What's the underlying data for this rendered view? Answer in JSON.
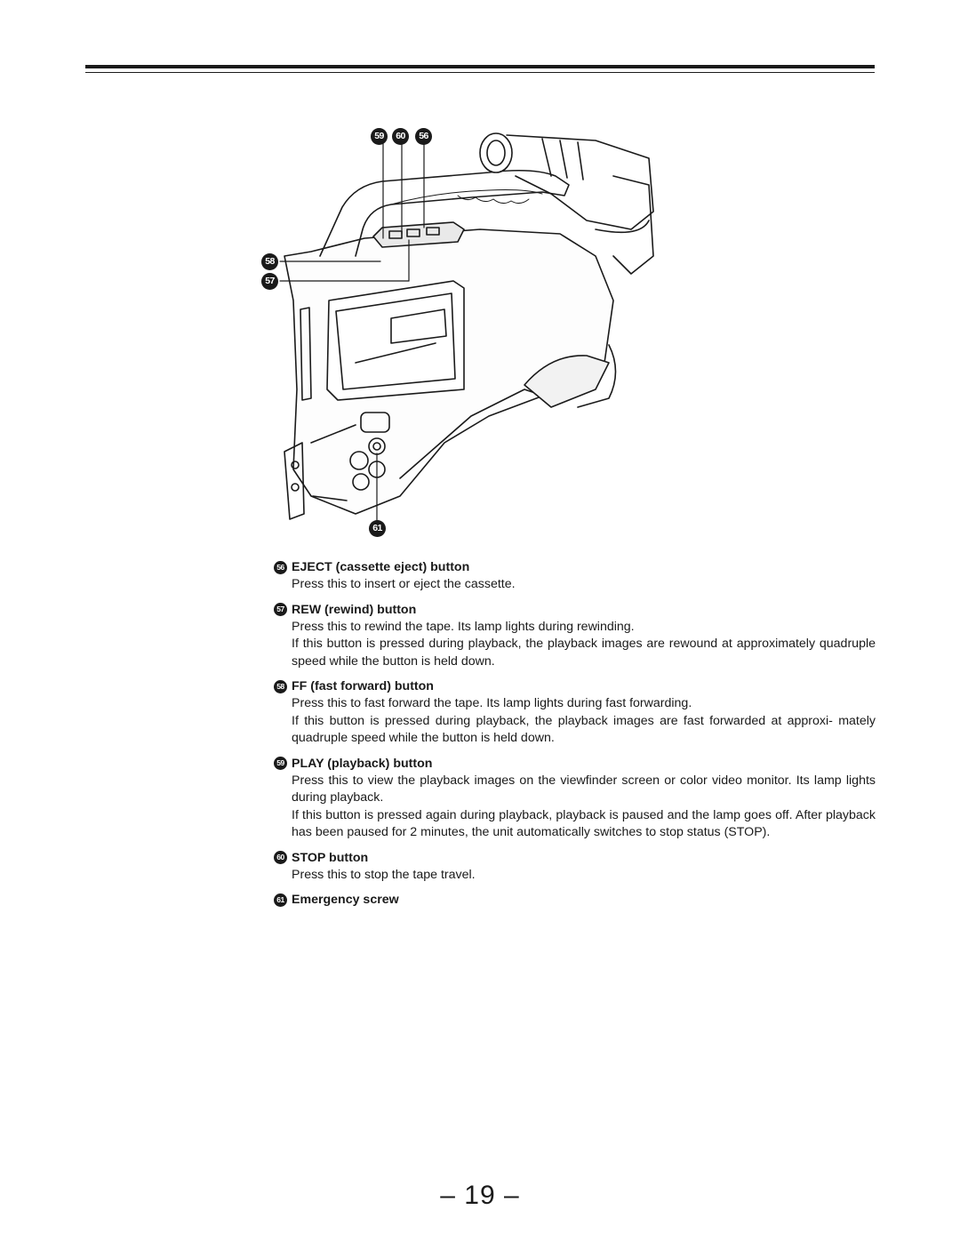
{
  "callouts": {
    "c59": "59",
    "c60": "60",
    "c56": "56",
    "c58": "58",
    "c57": "57",
    "c61": "61"
  },
  "items": [
    {
      "num": "56",
      "title": "EJECT (cassette eject) button",
      "paragraphs": [
        "Press this to insert or eject the cassette."
      ]
    },
    {
      "num": "57",
      "title": "REW (rewind) button",
      "paragraphs": [
        "Press this to rewind the tape. Its lamp lights during rewinding.",
        "If this button is pressed during playback, the playback images are rewound at approximately quadruple speed while the button is held down."
      ]
    },
    {
      "num": "58",
      "title": "FF (fast forward) button",
      "paragraphs": [
        "Press this to fast forward the tape. Its lamp lights during fast forwarding.",
        "If this button is pressed during playback, the playback images are fast forwarded at approxi- mately quadruple speed while the button is held down."
      ]
    },
    {
      "num": "59",
      "title": "PLAY (playback) button",
      "paragraphs": [
        "Press this to view the playback images on the viewfinder screen or color video monitor. Its lamp lights during playback.",
        "If this button is pressed again during playback, playback is paused and the lamp goes off. After playback has been paused for 2 minutes, the unit automatically switches to stop status (STOP)."
      ]
    },
    {
      "num": "60",
      "title": "STOP button",
      "paragraphs": [
        "Press this to stop the tape travel."
      ]
    },
    {
      "num": "61",
      "title": "Emergency screw",
      "paragraphs": []
    }
  ],
  "page_number": "– 19 –"
}
